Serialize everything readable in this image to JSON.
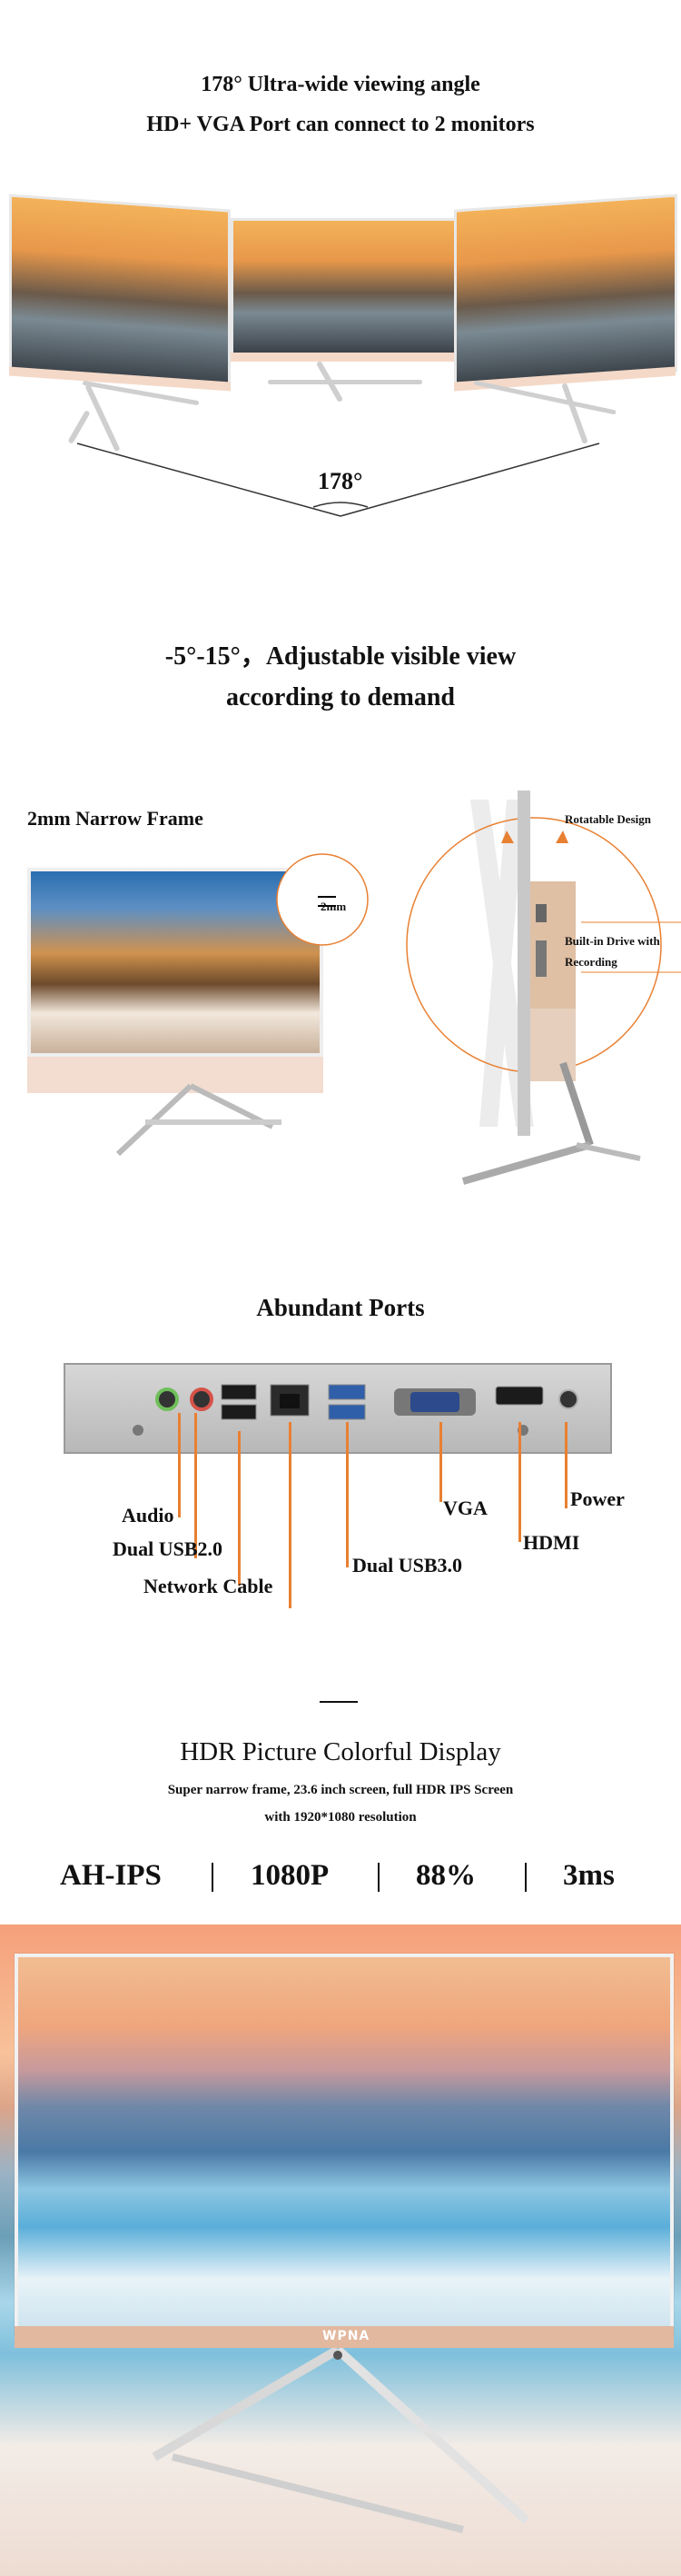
{
  "viewing": {
    "line1": "178° Ultra-wide viewing angle",
    "line2": "HD+ VGA Port can connect to 2 monitors",
    "angle_label": "178°"
  },
  "adjust": {
    "line1": "-5°-15°，Adjustable visible view",
    "line2": "according to demand"
  },
  "frame": {
    "title": "2mm Narrow Frame",
    "bezel_label": "2mm",
    "rotate_label": "Rotatable Design",
    "drive_label_1": "Built-in Drive with",
    "drive_label_2": "Recording"
  },
  "ports": {
    "title": "Abundant Ports",
    "labels": {
      "audio": "Audio",
      "usb2": "Dual USB2.0",
      "network": "Network Cable",
      "vga": "VGA",
      "usb3": "Dual USB3.0",
      "hdmi": "HDMI",
      "power": "Power"
    }
  },
  "hdr": {
    "title": "HDR Picture Colorful Display",
    "subtitle1": "Super narrow frame, 23.6 inch screen, full HDR IPS Screen",
    "subtitle2": "with 1920*1080 resolution",
    "specs": [
      "AH-IPS",
      "1080P",
      "88%",
      "3ms"
    ],
    "brand": "WPNA"
  },
  "colors": {
    "accent_orange": "#e88032",
    "text": "#111111"
  }
}
